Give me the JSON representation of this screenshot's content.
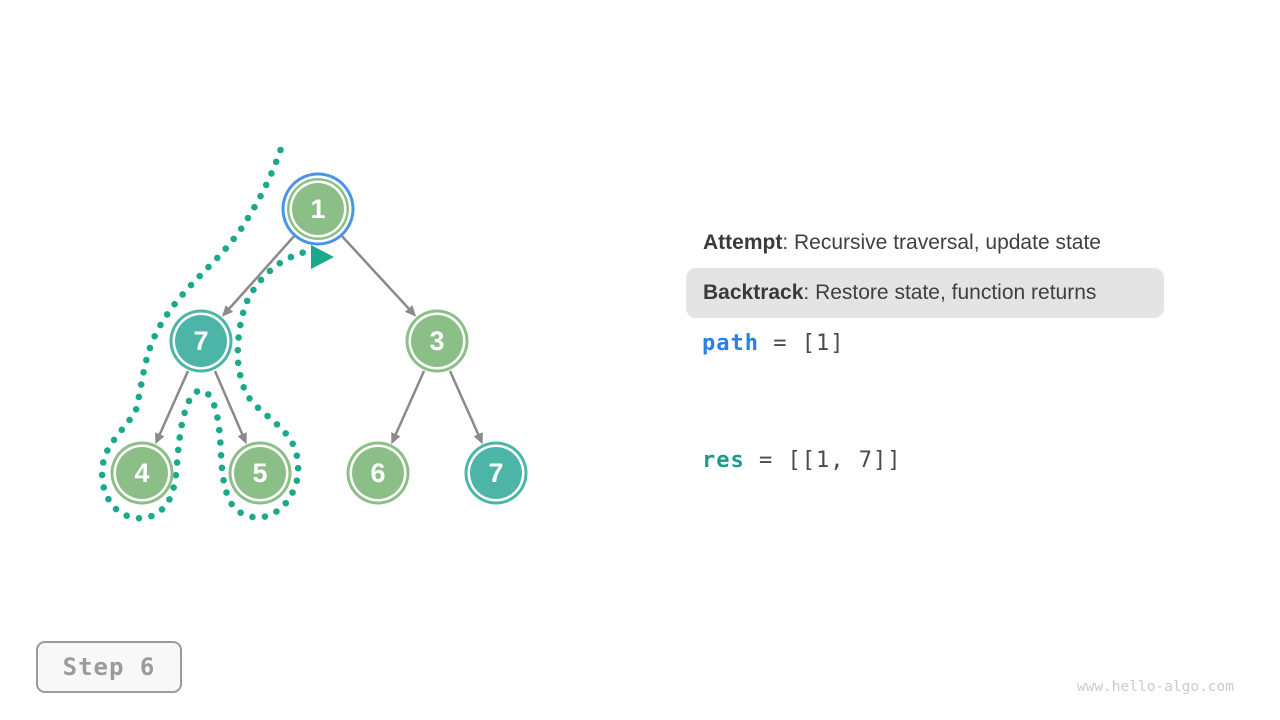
{
  "figure": {
    "title_context": "Backtracking preorder traversal example",
    "tree": {
      "nodes": [
        {
          "value": "1",
          "color": "green",
          "highlighted": true
        },
        {
          "value": "7",
          "color": "teal",
          "highlighted": false
        },
        {
          "value": "3",
          "color": "green",
          "highlighted": false
        },
        {
          "value": "4",
          "color": "green",
          "highlighted": false
        },
        {
          "value": "5",
          "color": "green",
          "highlighted": false
        },
        {
          "value": "6",
          "color": "green",
          "highlighted": false
        },
        {
          "value": "7",
          "color": "teal",
          "highlighted": false
        }
      ],
      "edges": [
        [
          "1",
          "7"
        ],
        [
          "1",
          "3"
        ],
        [
          "7",
          "4"
        ],
        [
          "7",
          "5"
        ],
        [
          "3",
          "6"
        ],
        [
          "3",
          "7"
        ]
      ]
    },
    "legend": {
      "attempt_label": "Attempt",
      "attempt_desc": ": Recursive traversal, update state",
      "backtrack_label": "Backtrack",
      "backtrack_desc": ": Restore state, function returns"
    },
    "state": {
      "path_var": "path",
      "path_value": "= [1]",
      "res_var": "res",
      "res_value": "= [[1, 7]]"
    },
    "footer": {
      "step_label": "Step 6",
      "watermark": "www.hello-algo.com"
    },
    "colors": {
      "node_green": "#8CBF87",
      "node_teal": "#4DB5A8",
      "root_ring_blue": "#4A94E8",
      "backtrack_path_teal": "#1BA98C",
      "edge_gray": "#8A8A8A",
      "path_var_blue": "#2A7FE8",
      "res_var_teal": "#199C8C",
      "highlight_bg": "#E4E4E4"
    }
  }
}
